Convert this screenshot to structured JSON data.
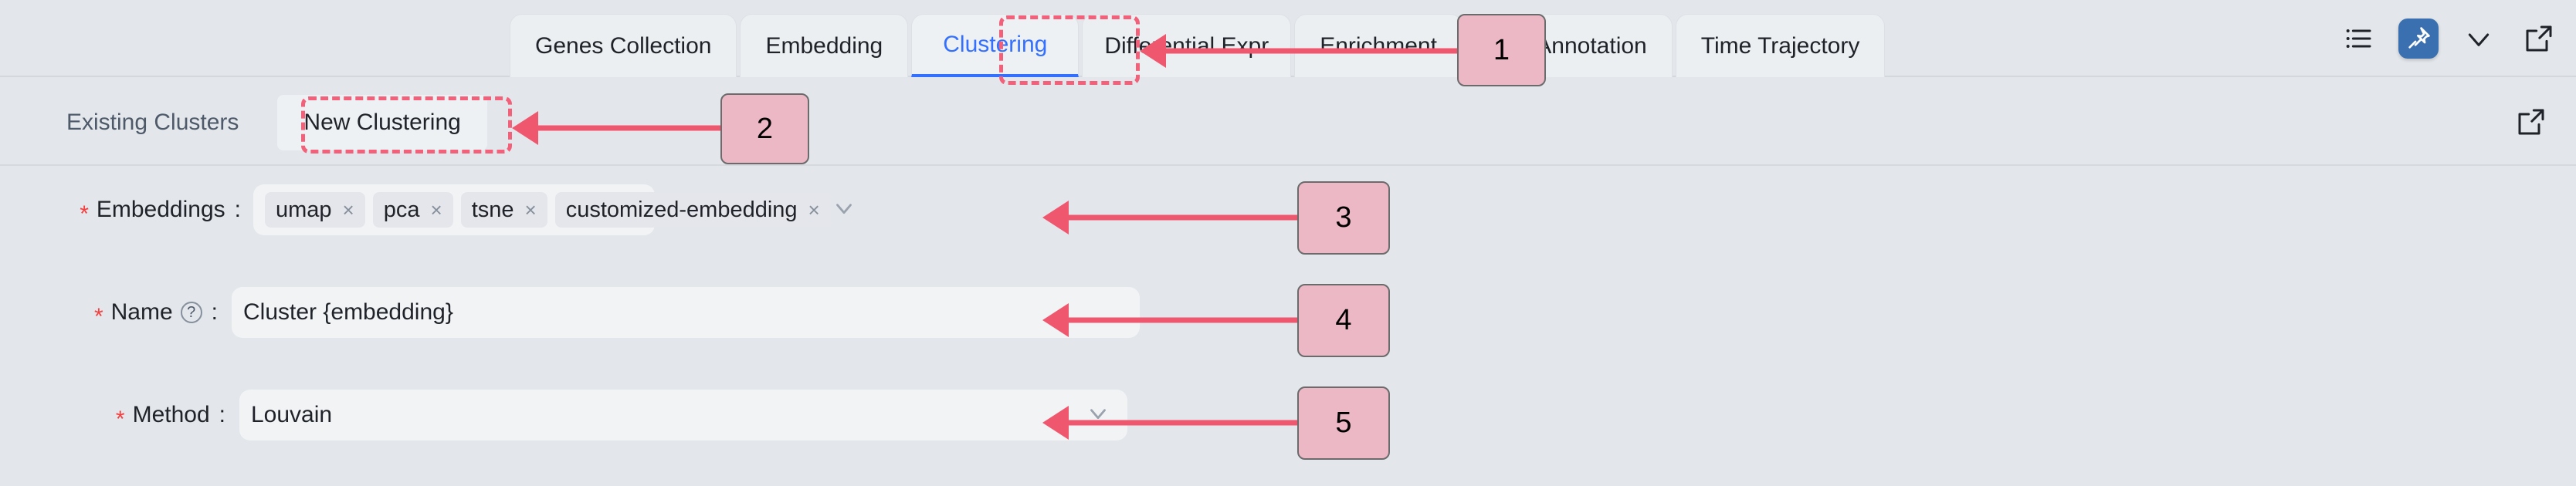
{
  "tabs": [
    {
      "label": "Genes Collection",
      "active": false,
      "truncated": false,
      "ellipsis": ""
    },
    {
      "label": "Embedding",
      "active": false,
      "truncated": false,
      "ellipsis": ""
    },
    {
      "label": "Clustering",
      "active": true,
      "truncated": false,
      "ellipsis": ""
    },
    {
      "label": "Differential Expr",
      "active": false,
      "truncated": true,
      "ellipsis": "..."
    },
    {
      "label": "Enrichment",
      "active": false,
      "truncated": false,
      "ellipsis": ""
    },
    {
      "label": "Cell Annotation",
      "active": false,
      "truncated": false,
      "ellipsis": ""
    },
    {
      "label": "Time Trajectory",
      "active": false,
      "truncated": false,
      "ellipsis": ""
    }
  ],
  "tab_tools": [
    {
      "name": "list-icon"
    },
    {
      "name": "pin-icon"
    },
    {
      "name": "chevron-down-icon"
    },
    {
      "name": "external-link-icon"
    }
  ],
  "subbar": {
    "existing_clusters": "Existing Clusters",
    "new_clustering": "New Clustering",
    "expand_icon": "external-link-icon"
  },
  "form": {
    "embeddings": {
      "required": "*",
      "label": "Embeddings",
      "colon": ":",
      "tags": [
        {
          "text": "umap",
          "close": "×"
        },
        {
          "text": "pca",
          "close": "×"
        },
        {
          "text": "tsne",
          "close": "×"
        },
        {
          "text": "customized-embedding",
          "close": "×"
        }
      ],
      "chevron": "∨"
    },
    "name": {
      "required": "*",
      "label": "Name",
      "help": "?",
      "colon": ":",
      "value": "Cluster {embedding}",
      "placeholder": "Cluster {embedding}"
    },
    "method": {
      "required": "*",
      "label": "Method",
      "colon": ":",
      "value": "Louvain",
      "chevron": "∨"
    }
  },
  "annotations": [
    {
      "number": "1"
    },
    {
      "number": "2"
    },
    {
      "number": "3"
    },
    {
      "number": "4"
    },
    {
      "number": "5"
    }
  ],
  "colors": {
    "background": "#e3e7eb",
    "active_tab_text": "#3370ff",
    "highlight": "#f2607a",
    "arrow": "#ef576f",
    "badge_fill": "#edb8c5",
    "required_star": "#f53f3f",
    "pin_active": "#3a6fb0"
  }
}
